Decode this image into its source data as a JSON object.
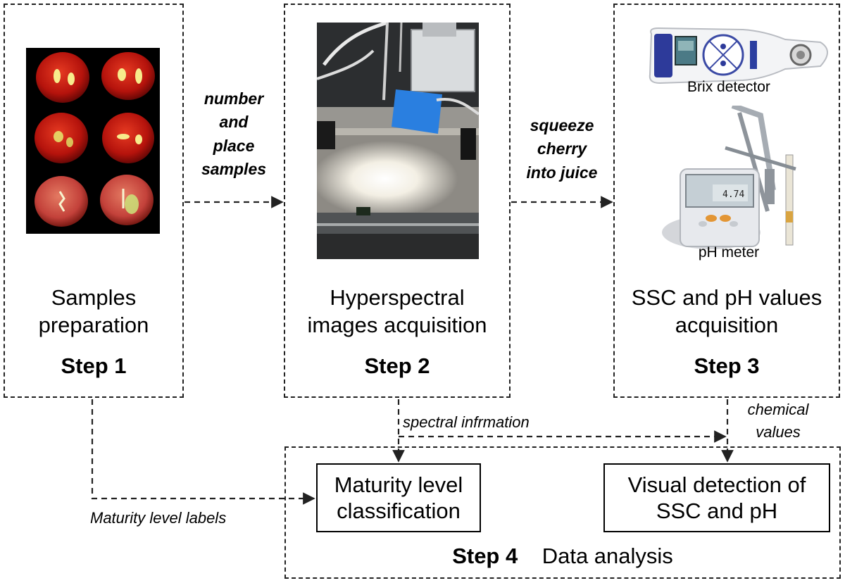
{
  "step1": {
    "title": "Samples\npreparation",
    "step": "Step 1"
  },
  "step2": {
    "title": "Hyperspectral\nimages acquisition",
    "step": "Step 2"
  },
  "step3": {
    "title": "SSC and pH values\nacquisition",
    "step": "Step 3",
    "brix_caption": "Brix detector",
    "ph_caption": "pH meter",
    "ph_display": "4.74"
  },
  "step4": {
    "step": "Step 4",
    "label": "Data analysis",
    "classification": "Maturity level\nclassification",
    "detection": "Visual detection of\nSSC and pH"
  },
  "arrows": {
    "a1": "number\nand\nplace\nsamples",
    "a2": "squeeze\ncherry\ninto juice",
    "spectral": "spectral infrmation",
    "chemical": "chemical\nvalues",
    "labels": "Maturity level labels"
  },
  "colors": {
    "tomato": "#c81a12",
    "highlight": "#f6f080",
    "bluefilter": "#1f6fd0"
  }
}
